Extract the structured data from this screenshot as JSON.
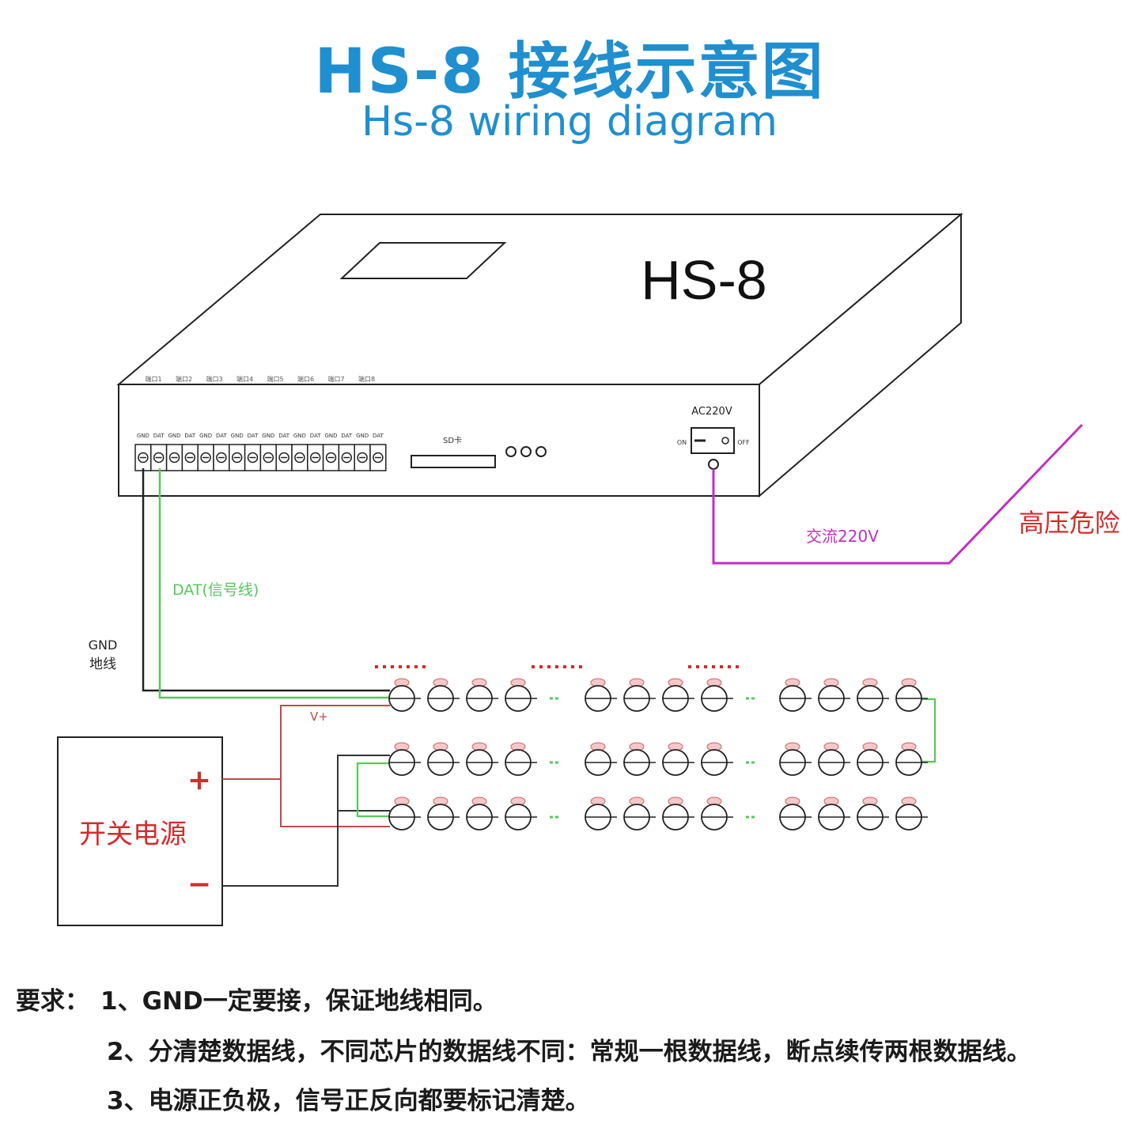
{
  "header": {
    "title_zh": "HS-8 接线示意图",
    "title_en": "Hs-8 wiring diagram"
  },
  "controller": {
    "model": "HS-8",
    "ports": [
      "端口1",
      "端口2",
      "端口3",
      "端口4",
      "端口5",
      "端口6",
      "端口7",
      "端口8"
    ],
    "terminal_pin_labels": [
      "GND",
      "DAT"
    ],
    "sd_label": "SD卡",
    "ac_label": "AC220V",
    "switch_on": "ON",
    "switch_off": "OFF"
  },
  "wires": {
    "ac_input": "交流220V",
    "danger": "高压危险",
    "dat_signal": "DAT(信号线)",
    "gnd_line1": "GND",
    "gnd_line2": "地线",
    "vplus": "V+"
  },
  "power_supply": {
    "label": "开关电源",
    "positive": "+",
    "negative": "−"
  },
  "led_layout": {
    "rows": 3,
    "groups_per_row": 3,
    "pixels_per_group": 4
  },
  "colors": {
    "title": "#1f8fd0",
    "signal_wire": "#55c85a",
    "ac_wire": "#c030c0",
    "power_wire": "#c04a4a",
    "danger_text": "#d42c2c",
    "outline": "#222222"
  },
  "requirements": {
    "label": "要求：",
    "items": [
      "1、GND一定要接，保证地线相同。",
      "2、分清楚数据线，不同芯片的数据线不同：常规一根数据线，断点续传两根数据线。",
      "3、电源正负极，信号正反向都要标记清楚。"
    ]
  }
}
